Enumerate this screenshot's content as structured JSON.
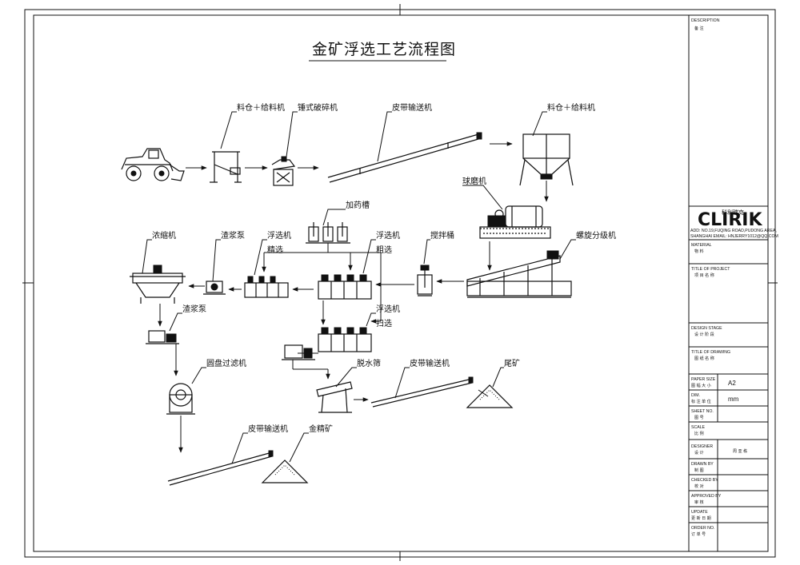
{
  "title": "金矿浮选工艺流程图",
  "labels": {
    "bin_feeder_1": "料仓＋给料机",
    "hammer_crusher": "锤式破碎机",
    "belt_conveyor_1": "皮带输送机",
    "bin_feeder_2": "料仓＋给料机",
    "ball_mill": "球磨机",
    "reagent_tank": "加药槽",
    "agitation_tank": "搅拌桶",
    "spiral_classifier": "螺旋分级机",
    "thickener": "浓缩机",
    "slurry_pump_1": "渣浆泵",
    "flotation_cleaner": "浮选机",
    "cleaning": "精选",
    "flotation_rougher": "浮选机",
    "roughing": "粗选",
    "slurry_pump_2": "渣浆泵",
    "flotation_scavenger": "浮选机",
    "scavenging": "扫选",
    "disc_filter": "圆盘过滤机",
    "dewatering_screen": "脱水筛",
    "belt_conveyor_2": "皮带输送机",
    "tailings": "尾矿",
    "belt_conveyor_3": "皮带输送机",
    "gold_concentrate": "金精矿"
  },
  "title_block": {
    "description": "DESCRIPTION",
    "description_cn": "备 注",
    "company_cn": "科利瑞克",
    "logo": "CLIRIK",
    "address": "ADD: NO.19,FUQING ROAD,PUDONG AREA,",
    "address2": "SHANGHAI EMAIL: HNJERRY1012@QQ.COM",
    "material": "MATERIAL",
    "material_cn": "物 料",
    "title_of_project": "TITLE OF PROJECT",
    "title_of_project_cn": "项 目 名 称",
    "design_stage": "DESIGN STAGE",
    "design_stage_cn": "设 计 阶 段",
    "title_of_drawing": "TITLE OF DRAWING",
    "title_of_drawing_cn": "图 纸 名 称",
    "paper_size": "PAPER SIZE",
    "paper_size_cn": "图 幅 大 小",
    "paper_size_value": "A2",
    "dim": "DIM.",
    "dim_cn": "标 注 单 位",
    "dim_value": "mm",
    "sheet_no": "SHEET NO.",
    "sheet_no_cn": "图 号",
    "scale": "SCALE",
    "scale_cn": "比 例",
    "designer": "DESIGNER",
    "designer_cn": "设 计",
    "designer_name": "周 亚 栋",
    "drawn_by": "DRAWN BY",
    "drawn_by_cn": "制 图",
    "checked_by": "CHECKED BY",
    "checked_by_cn": "校 对",
    "approved_by": "APPROVED BY",
    "approved_by_cn": "审 核",
    "update": "UPDATE",
    "update_cn": "更 新 日 期",
    "order_no": "ORDER NO.",
    "order_no_cn": "订 单 号"
  }
}
